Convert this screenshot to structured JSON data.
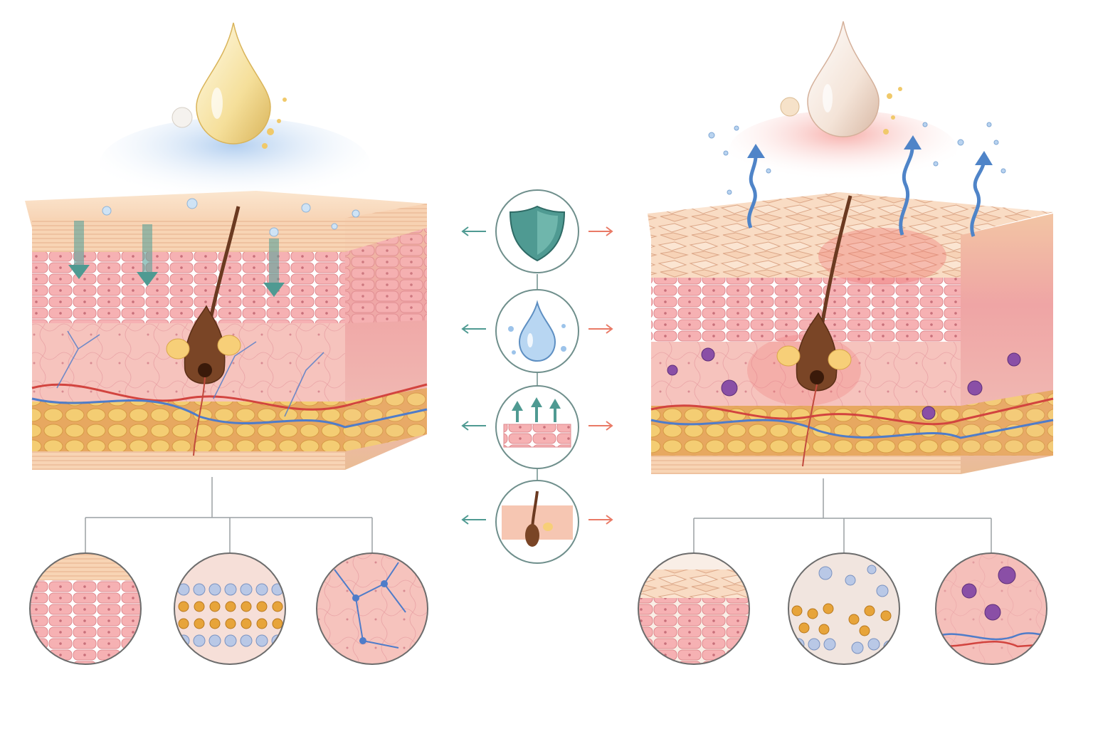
{
  "colors": {
    "healthy_accent": "#4f9a92",
    "damaged_accent": "#e97a66",
    "skin_light": "#f8d6b6",
    "skin_pink": "#f3a5a8",
    "fat_yellow": "#f2c768",
    "vessel_red": "#d2443f",
    "vessel_blue": "#4f7cc9",
    "hair_brown": "#6b3a21",
    "water_blue": "#9cc3ea",
    "inflammation_purple": "#8a4fa6"
  },
  "icons": {
    "center_column": [
      "shield-icon",
      "water-drop-icon",
      "skin-layer-arrows-icon",
      "hair-follicle-icon"
    ],
    "left_arrow": "arrow-left-icon",
    "right_arrow": "arrow-right-icon"
  },
  "panels": {
    "healthy": {
      "callouts": [
        "stratum-corneum-detail",
        "lipid-bilayer-intact-detail",
        "dermis-network-detail"
      ]
    },
    "damaged": {
      "callouts": [
        "flaking-corneum-detail",
        "lipid-bilayer-disrupted-detail",
        "inflamed-dermis-detail"
      ]
    }
  }
}
